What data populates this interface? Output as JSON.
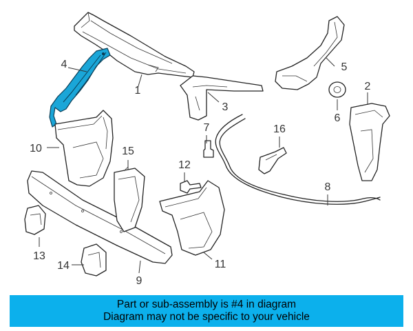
{
  "callouts": [
    {
      "id": "1",
      "label": "1"
    },
    {
      "id": "2",
      "label": "2"
    },
    {
      "id": "3",
      "label": "3"
    },
    {
      "id": "4",
      "label": "4"
    },
    {
      "id": "5",
      "label": "5"
    },
    {
      "id": "6",
      "label": "6"
    },
    {
      "id": "7",
      "label": "7"
    },
    {
      "id": "8",
      "label": "8"
    },
    {
      "id": "9",
      "label": "9"
    },
    {
      "id": "10",
      "label": "10"
    },
    {
      "id": "11",
      "label": "11"
    },
    {
      "id": "12",
      "label": "12"
    },
    {
      "id": "13",
      "label": "13"
    },
    {
      "id": "14",
      "label": "14"
    },
    {
      "id": "15",
      "label": "15"
    },
    {
      "id": "16",
      "label": "16"
    }
  ],
  "highlighted_part": "4",
  "colors": {
    "highlight": "#1aa6d8",
    "banner": "#0cb0ec",
    "line": "#222222"
  },
  "banner": {
    "line1": "Part or sub-assembly is #4 in diagram",
    "line2": "Diagram may not be specific to your vehicle"
  }
}
